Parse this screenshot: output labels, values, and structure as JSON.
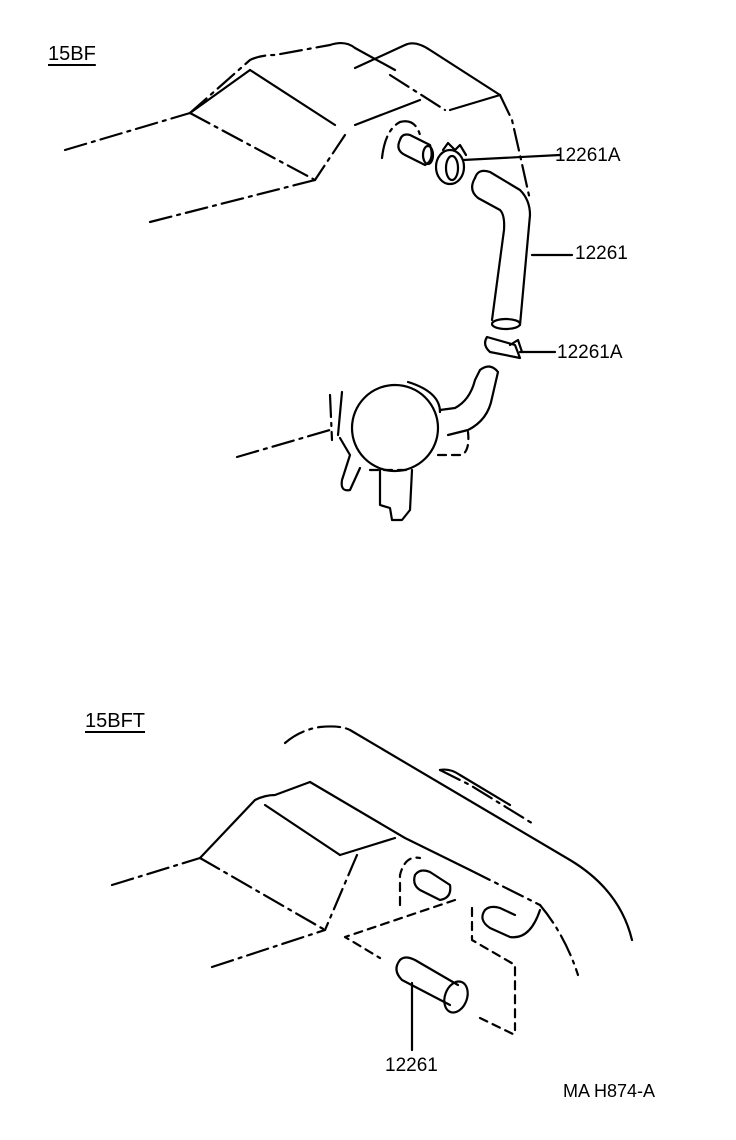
{
  "diagram": {
    "type": "parts-exploded-view",
    "background": "#ffffff",
    "ink_color": "#000000",
    "sections": [
      {
        "variant_label": "15BF",
        "callouts": [
          {
            "part_number": "12261A",
            "points_to": "hose clamp (upper)"
          },
          {
            "part_number": "12261",
            "points_to": "bent hose"
          },
          {
            "part_number": "12261A",
            "points_to": "hose clamp (lower)"
          }
        ]
      },
      {
        "variant_label": "15BFT",
        "callouts": [
          {
            "part_number": "12261",
            "points_to": "straight hose"
          }
        ]
      }
    ],
    "reference_code": "MA H874-A"
  }
}
